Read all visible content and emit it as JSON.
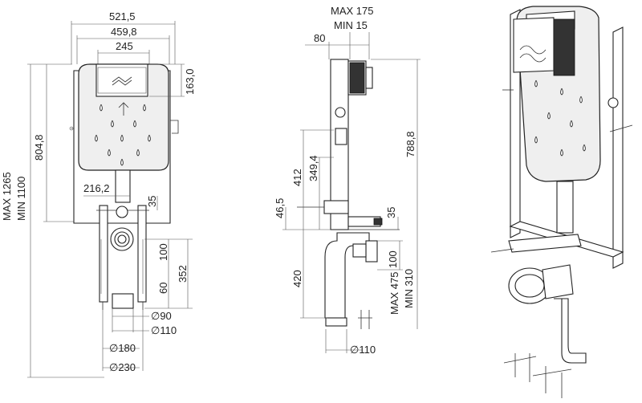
{
  "front_view": {
    "width_overall": "521,5",
    "width_frame": "459,8",
    "width_plate": "245",
    "plate_height": "163,0",
    "height_tank": "804,8",
    "height_max": "MAX 1265",
    "height_min": "MIN 1100",
    "offset_216": "216,2",
    "offset_35": "35",
    "drop_100": "100",
    "drop_352": "352",
    "drop_60": "60",
    "dia_90": "∅90",
    "dia_110": "∅110",
    "dia_180": "∅180",
    "dia_230": "∅230"
  },
  "side_view": {
    "depth_max": "MAX 175",
    "depth_min": "MIN 15",
    "depth_80": "80",
    "height_788": "788,8",
    "height_412": "412",
    "height_349": "349,4",
    "height_46": "46,5",
    "height_35": "35",
    "height_420": "420",
    "height_100": "100",
    "floor_max": "MAX 475",
    "floor_min": "MIN 310",
    "dia_110": "∅110"
  },
  "colors": {
    "line": "#333333",
    "tank_fill": "#efefef",
    "dark_fill": "#333333"
  }
}
